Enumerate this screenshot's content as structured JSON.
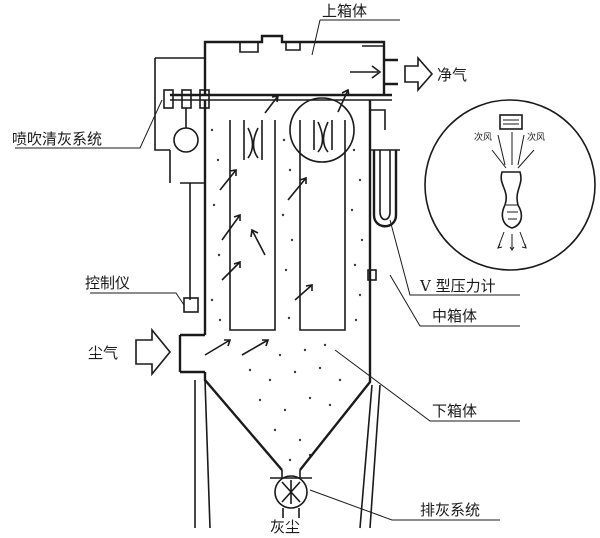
{
  "labels": {
    "upper_box": "上箱体",
    "clean_gas": "净气",
    "blowing_system": "喷吹清灰系统",
    "v_manometer": "V 型压力计",
    "controller": "控制仪",
    "middle_box": "中箱体",
    "dust_gas": "尘气",
    "lower_box": "下箱体",
    "ash_discharge": "排灰系统",
    "ash_dust": "灰尘",
    "inset_left_air": "次风",
    "inset_right_air": "次风"
  },
  "colors": {
    "line": "#1a1a1a",
    "background": "#ffffff"
  }
}
